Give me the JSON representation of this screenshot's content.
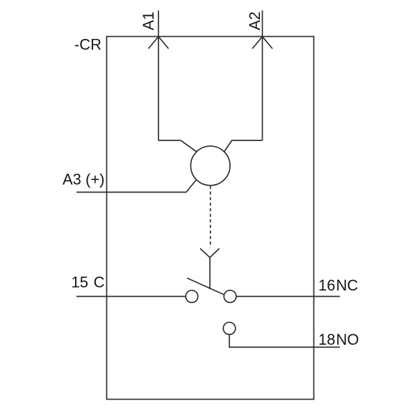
{
  "diagram": {
    "type": "relay-contact-wiring-schematic",
    "device_label": "-CR",
    "terminals": {
      "a1": {
        "label": "A1"
      },
      "a2": {
        "label": "A2"
      },
      "a3": {
        "label": "A3 (+)"
      },
      "c": {
        "number": "15",
        "function": "C"
      },
      "nc": {
        "number": "16",
        "function": "NC"
      },
      "no": {
        "number": "18",
        "function": "NO"
      }
    },
    "colors": {
      "line": "#2d2d2d",
      "text": "#161616",
      "background": "#ffffff"
    }
  }
}
